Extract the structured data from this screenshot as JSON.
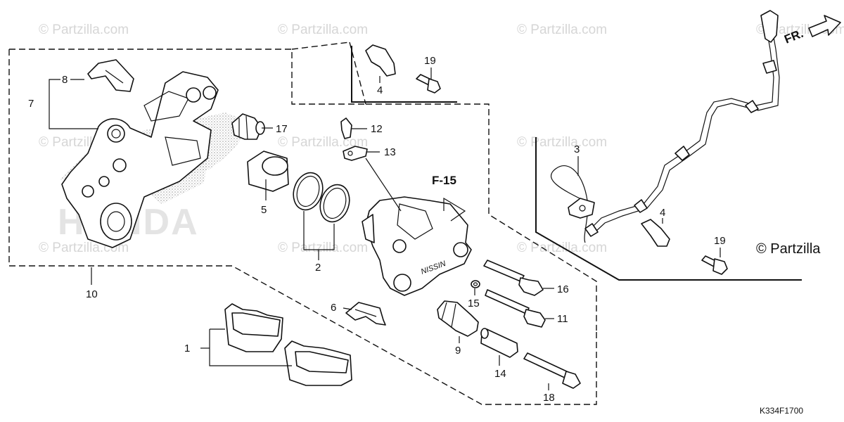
{
  "watermarks": [
    "© Partzilla.com",
    "© Partzilla.com",
    "© Partzilla.com",
    "© Partzilla.com",
    "© Partzilla.com",
    "© Partzilla.com",
    "© Partzilla.com",
    "© Partzilla.com",
    "© Partzilla.com",
    "© Partzilla.com"
  ],
  "brand_mark": "HONDA",
  "copyright": "© Partzilla",
  "diagram_code": "K334F1700",
  "front_arrow": "FR.",
  "section_ref": "F-15",
  "caliper_emboss": "NISSIN",
  "callouts": {
    "c1": "1",
    "c2": "2",
    "c3": "3",
    "c4a": "4",
    "c4b": "4",
    "c5": "5",
    "c6": "6",
    "c7": "7",
    "c8": "8",
    "c9": "9",
    "c10": "10",
    "c11": "11",
    "c12": "12",
    "c13": "13",
    "c14": "14",
    "c15": "15",
    "c16": "16",
    "c17": "17",
    "c18": "18",
    "c19a": "19",
    "c19b": "19"
  }
}
